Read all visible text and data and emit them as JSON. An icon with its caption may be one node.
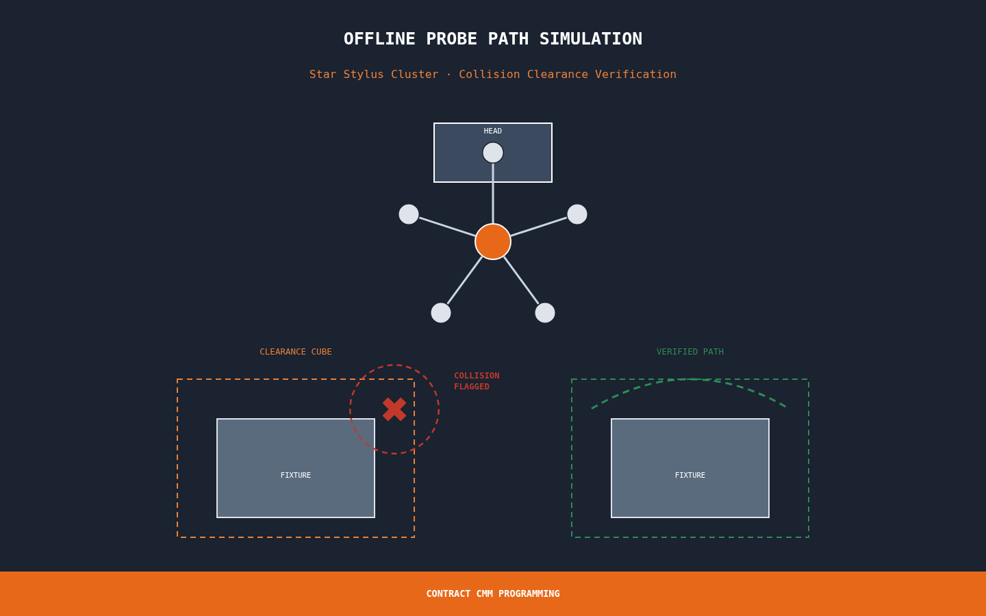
{
  "diagram": {
    "title": "OFFLINE PROBE PATH SIMULATION",
    "nodes": [
      {
        "text": [
          "HEAD"
        ]
      },
      {
        "text": [],
        "shape": "circle",
        "in": 0
      },
      {
        "text": [],
        "shape": "circle"
      },
      {
        "text": [],
        "shape": "circle"
      },
      {
        "text": [],
        "shape": "circle"
      },
      {
        "text": [],
        "shape": "circle"
      },
      {
        "text": [],
        "shape": "circle"
      },
      {
        "text": [
          "CLEARANCE CUBE"
        ]
      },
      {
        "text": [
          "FIXTURE"
        ],
        "in": 7
      },
      {
        "text": [],
        "shape": "circle",
        "beside": [
          "COLLISION FLAGGED"
        ]
      },
      {
        "text": [
          "VERIFIED PATH"
        ]
      },
      {
        "text": [
          "FIXTURE"
        ],
        "in": 10
      }
    ],
    "edges": [
      {
        "from": 4,
        "to": 1,
        "arrow": "none"
      },
      {
        "from": 4,
        "to": 2,
        "arrow": "none"
      },
      {
        "from": 4,
        "to": 3,
        "arrow": "none"
      },
      {
        "from": 4,
        "to": 5,
        "arrow": "none"
      },
      {
        "from": 4,
        "to": 6,
        "arrow": "none"
      }
    ],
    "labels": [
      "Star Stylus Cluster · Collision Clearance Verification",
      "CONTRACT CMM PROGRAMMING"
    ]
  }
}
